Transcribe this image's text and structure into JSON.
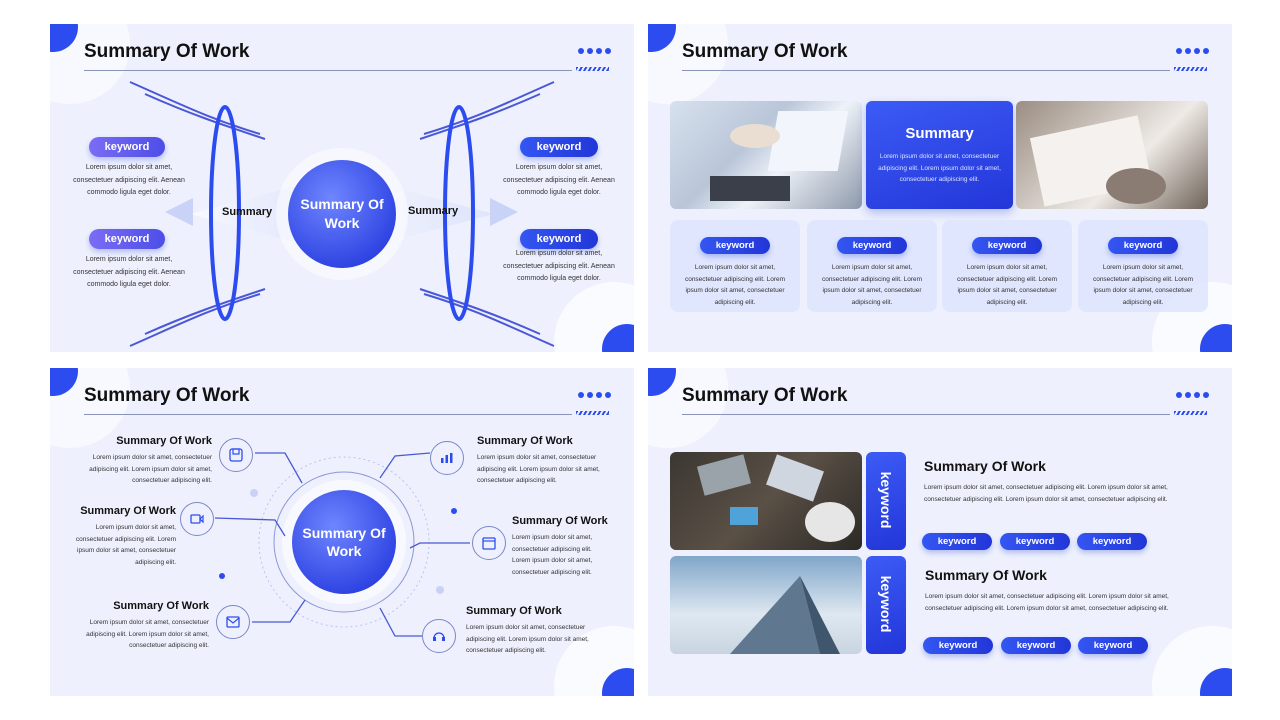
{
  "slide_title": "Summary Of Work",
  "lorem3": "Lorem ipsum dolor sit amet, consectetuer adipiscing elit. Aenean commodo ligula eget dolor.",
  "s1": {
    "center": "Summary Of Work",
    "left_label": "Summary",
    "right_label": "Summary",
    "keyword": "keyword"
  },
  "s2": {
    "summary_title": "Summary",
    "summary_text": "Lorem ipsum dolor sit amet, consectetuer adipiscing elit. Lorem ipsum dolor sit amet, consectetuer adipiscing elit.",
    "keyword": "keyword",
    "card_text": "Lorem ipsum dolor sit amet, consectetuer adipiscing elit. Lorem ipsum dolor sit amet, consectetuer adipiscing elit."
  },
  "s3": {
    "center": "Summary Of Work",
    "item_title": "Summary Of Work",
    "item_text": "Lorem ipsum dolor sit amet, consectetuer adipiscing elit. Lorem ipsum dolor sit amet, consectetuer adipiscing elit."
  },
  "s4": {
    "vertical_label": "keyword",
    "item_title": "Summary Of Work",
    "item_text": "Lorem ipsum dolor sit amet, consectetuer adipiscing elit. Lorem ipsum dolor sit amet, consectetuer adipiscing elit. Lorem ipsum dolor sit amet, consectetuer adipiscing elit.",
    "keyword": "keyword"
  },
  "colors": {
    "accent": "#2c4cf0",
    "background": "#eef1fd"
  }
}
